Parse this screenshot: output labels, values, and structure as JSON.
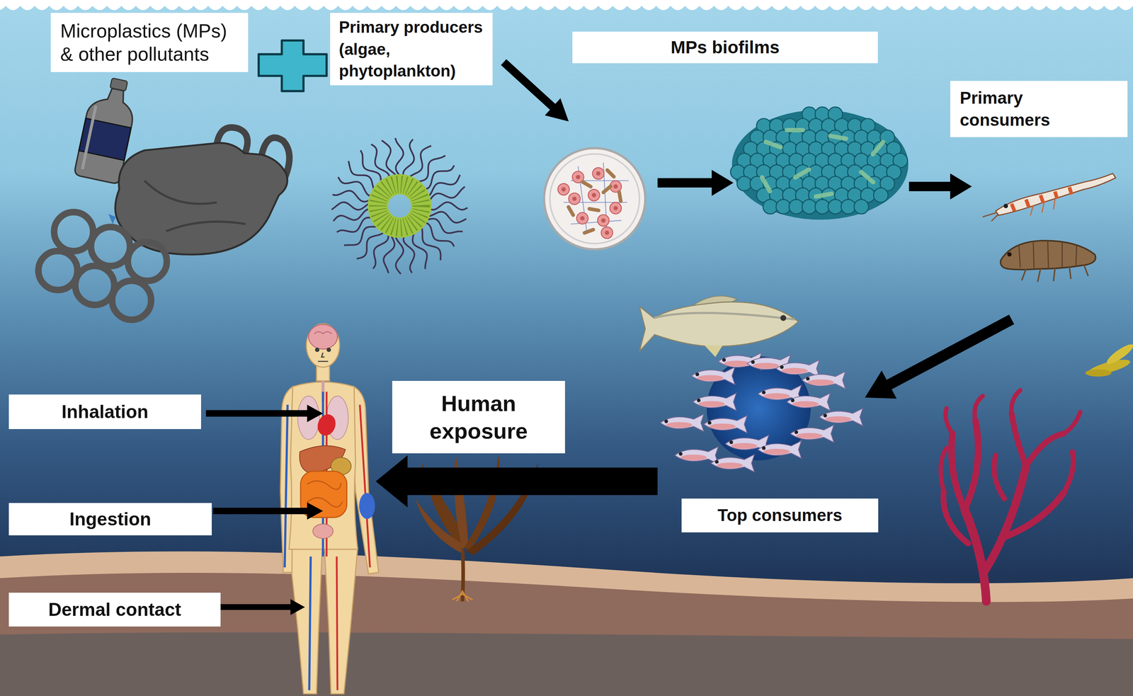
{
  "diagram": {
    "nodes": [
      {
        "text": [
          "Microplastics (MPs) & other pollutants"
        ]
      },
      {
        "text": [
          "Primary producers (algae, phytoplankton)"
        ]
      },
      {
        "text": [
          "MPs biofilms"
        ]
      },
      {
        "text": [
          "Primary consumers"
        ]
      },
      {
        "text": [
          "Inhalation"
        ]
      },
      {
        "text": [
          "Human exposure"
        ]
      },
      {
        "text": [
          "Ingestion"
        ]
      },
      {
        "text": [
          "Top consumers"
        ]
      },
      {
        "text": [
          "Dermal contact"
        ]
      }
    ]
  }
}
